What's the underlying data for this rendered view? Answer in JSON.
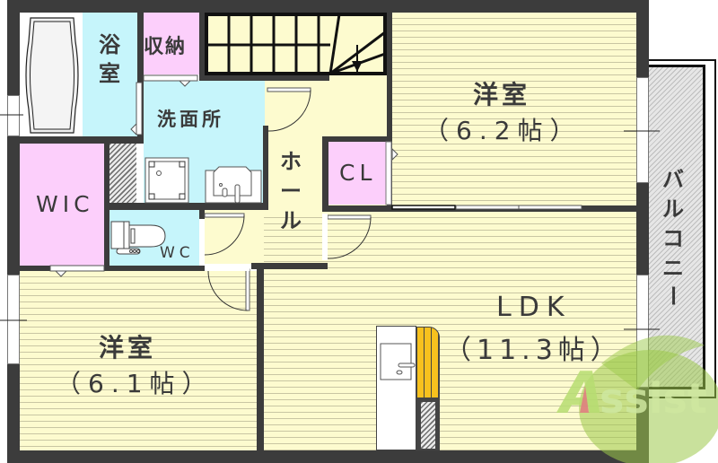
{
  "floorplan": {
    "rooms": {
      "bath": {
        "label_line1": "浴",
        "label_line2": "室"
      },
      "storage": {
        "label": "収納"
      },
      "washroom": {
        "label": "洗面所"
      },
      "hall": {
        "label_line1": "ホ",
        "label_line2": "ー",
        "label_line3": "ル"
      },
      "closet": {
        "label": "CL"
      },
      "wic": {
        "label": "WIC"
      },
      "wc": {
        "label": "WC"
      },
      "bedroom_north": {
        "label": "洋室",
        "size": "（6.2帖）"
      },
      "bedroom_south": {
        "label": "洋室",
        "size": "（6.1帖）"
      },
      "ldk": {
        "label": "LDK",
        "size": "（11.3帖）"
      },
      "balcony": {
        "label_line1": "バ",
        "label_line2": "ル",
        "label_line3": "コ",
        "label_line4": "ニ",
        "label_line5": "ー"
      }
    },
    "watermark": {
      "text": "Assist",
      "color": "#9cc94a"
    },
    "colors": {
      "wall": "#3c3c3c",
      "wood_floor": "#fdfbcf",
      "wet_area": "#c6f5fb",
      "storage": "#fccffb",
      "kitchen_counter": "#f7c11e"
    }
  }
}
